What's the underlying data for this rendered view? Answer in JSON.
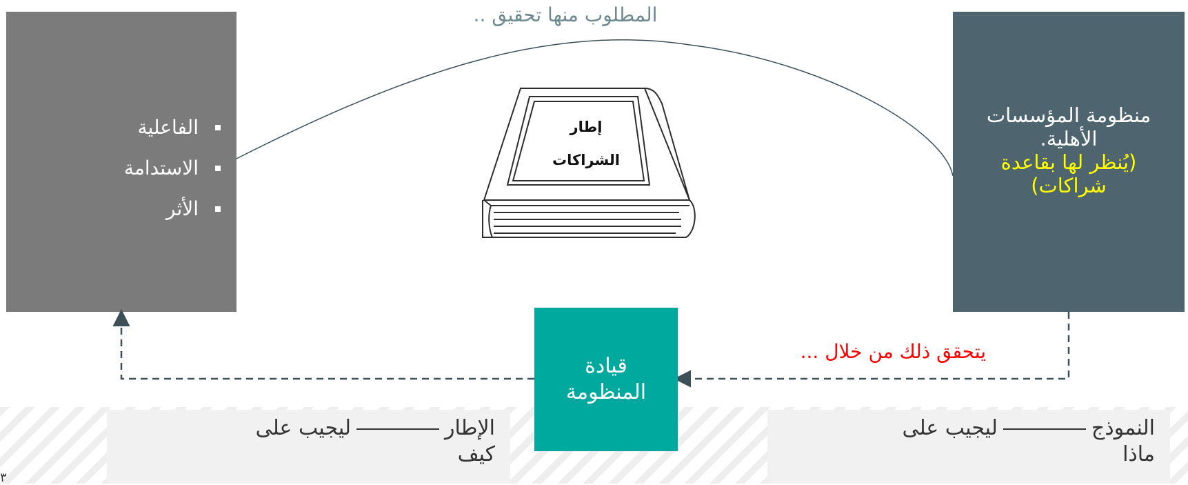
{
  "top_label": "المطلوب منها تحقيق ..",
  "left_box": {
    "items": [
      "الفاعلية",
      "الاستدامة",
      "الأثر"
    ],
    "color": "#7b7b7b"
  },
  "right_box": {
    "line1": "منظومة المؤسسات",
    "line2": "الأهلية.",
    "highlight_line1": "(يُنظر لها بقاعدة",
    "highlight_line2": "شراكات)",
    "color": "#4e6570",
    "highlight_color": "#ffff00"
  },
  "book": {
    "line1": "إطار",
    "line2": "الشراكات",
    "icon": "book-icon"
  },
  "center_box": {
    "line1": "قيادة",
    "line2": "المنظومة",
    "color": "#00a99d"
  },
  "red_label": "يتحقق ذلك من خلال ...",
  "bottom_left": {
    "word1": "الإطار",
    "word2": "ليجيب على",
    "word3": "كيف"
  },
  "bottom_right": {
    "word1": "النموذج",
    "word2": "ليجيب على",
    "word3": "ماذا"
  },
  "page_number": "٣"
}
